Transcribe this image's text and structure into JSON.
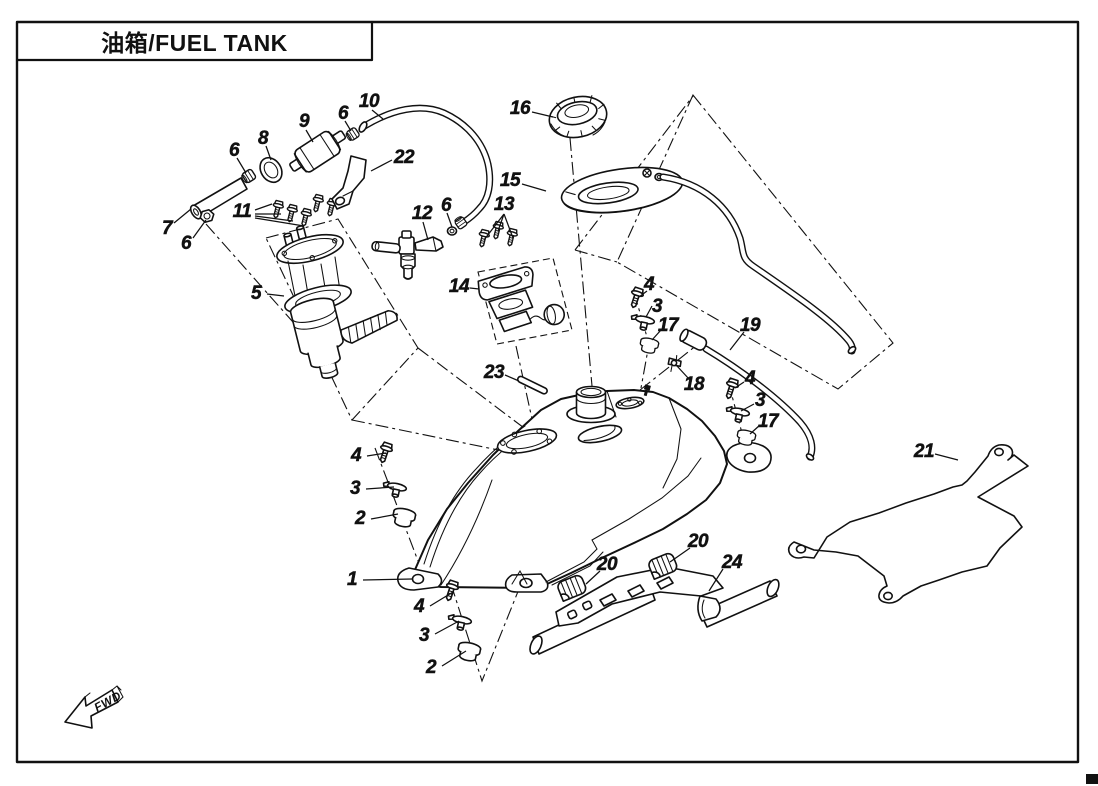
{
  "title": "油箱/FUEL TANK",
  "fwd_label": "FWD",
  "colors": {
    "ink": "#111111",
    "paper": "#ffffff"
  },
  "callouts": {
    "n1": "1",
    "n2": "2",
    "n3": "3",
    "n4": "4",
    "n5": "5",
    "n6": "6",
    "n7": "7",
    "n8": "8",
    "n9": "9",
    "n10": "10",
    "n11": "11",
    "n12": "12",
    "n13": "13",
    "n14": "14",
    "n15": "15",
    "n16": "16",
    "n17": "17",
    "n18": "18",
    "n19": "19",
    "n20": "20",
    "n21": "21",
    "n22": "22",
    "n23": "23",
    "n24": "24"
  }
}
